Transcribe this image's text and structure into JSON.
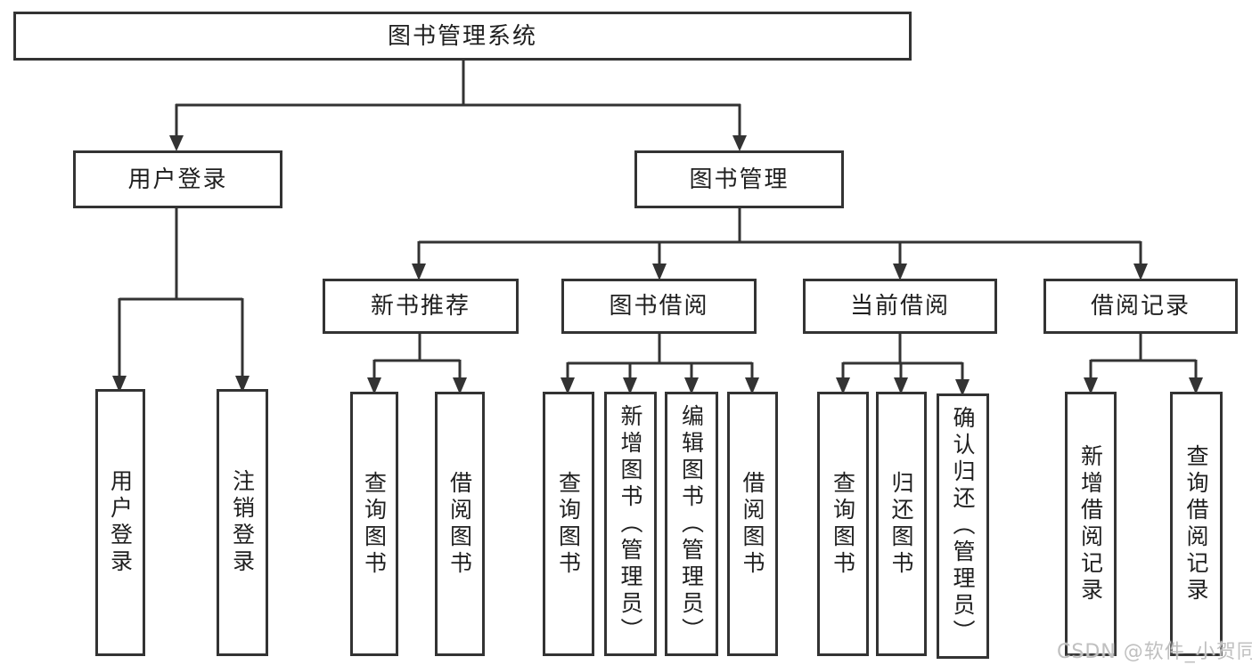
{
  "tree": {
    "root": {
      "label": "图书管理系统"
    },
    "branches": [
      {
        "label": "用户登录",
        "leaves": [
          {
            "label": "用户登录"
          },
          {
            "label": "注销登录"
          }
        ]
      },
      {
        "label": "图书管理",
        "groups": [
          {
            "label": "新书推荐",
            "leaves": [
              {
                "label": "查询图书"
              },
              {
                "label": "借阅图书"
              }
            ]
          },
          {
            "label": "图书借阅",
            "leaves": [
              {
                "label": "查询图书"
              },
              {
                "label": "新增图书（管理员）"
              },
              {
                "label": "编辑图书（管理员）"
              },
              {
                "label": "借阅图书"
              }
            ]
          },
          {
            "label": "当前借阅",
            "leaves": [
              {
                "label": "查询图书"
              },
              {
                "label": "归还图书"
              },
              {
                "label": "确认归还（管理员）"
              }
            ]
          },
          {
            "label": "借阅记录",
            "leaves": [
              {
                "label": "新增借阅记录"
              },
              {
                "label": "查询借阅记录"
              }
            ]
          }
        ]
      }
    ]
  },
  "watermark": {
    "text": "CSDN @软件_小贺同学"
  },
  "colors": {
    "line": "#333333",
    "background": "#ffffff",
    "watermark": "#c0c0c0"
  }
}
